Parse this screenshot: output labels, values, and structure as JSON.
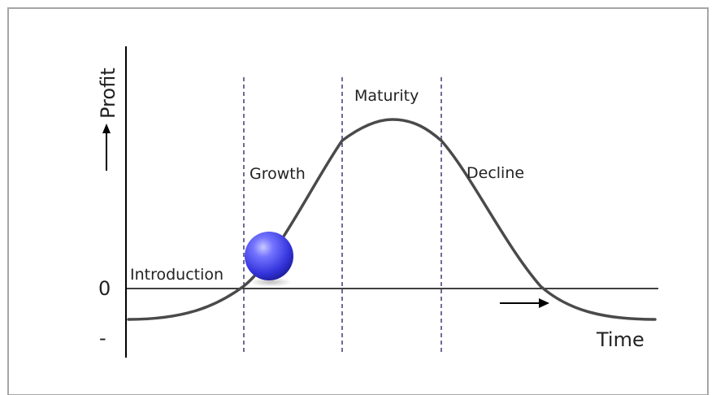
{
  "diagram": {
    "y_axis_label": "Profit",
    "x_axis_label": "Time",
    "y_ticks": {
      "zero": "0",
      "negative": "-"
    },
    "stages": [
      {
        "label": "Introduction"
      },
      {
        "label": "Growth"
      },
      {
        "label": "Maturity"
      },
      {
        "label": "Decline"
      }
    ]
  },
  "colors": {
    "frame": "#a6a6a6",
    "axes": "#000000",
    "curve": "#4a4a4a",
    "divider": "#3c3c78",
    "marker": "#3a3adf",
    "text": "#222222"
  },
  "icons": {
    "y_arrow": "arrow-up-icon",
    "x_arrow": "arrow-right-icon",
    "marker": "sphere-marker"
  }
}
